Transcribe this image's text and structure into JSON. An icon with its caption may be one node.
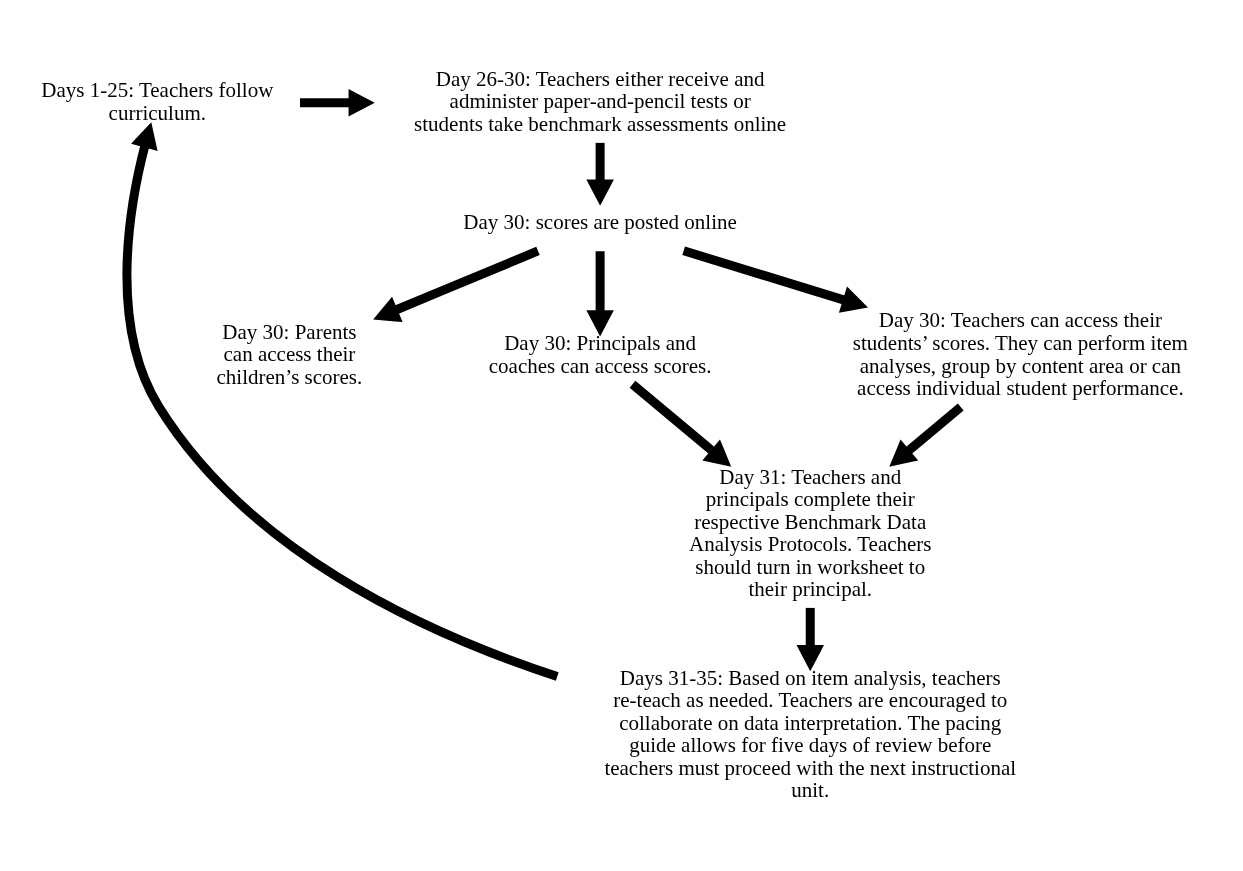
{
  "diagram": {
    "nodes": [
      {
        "text": [
          "Days 1-25: Teachers follow curriculum."
        ]
      },
      {
        "text": [
          "Day 26-30: Teachers either receive and administer paper-and-pencil tests or students take benchmark assessments online"
        ]
      },
      {
        "text": [
          "Day 30: scores are posted online"
        ]
      },
      {
        "text": [
          "Day 30: Parents can access their children’s scores."
        ]
      },
      {
        "text": [
          "Day 30: Principals and coaches can access scores."
        ]
      },
      {
        "text": [
          "Day 30: Teachers can access their students’ scores. They can perform item analyses, group by content area or can access individual student performance."
        ]
      },
      {
        "text": [
          "Day 31: Teachers and principals complete their respective Benchmark Data Analysis Protocols. Teachers should turn in worksheet to their principal."
        ]
      },
      {
        "text": [
          "Days 31-35: Based on item analysis, teachers re-teach as needed. Teachers are encouraged to collaborate on data interpretation. The pacing guide allows for five days of review before teachers must proceed with the next instructional unit."
        ]
      }
    ],
    "edges": [
      {
        "from": 0,
        "to": 1,
        "arrow": "to"
      },
      {
        "from": 1,
        "to": 2,
        "arrow": "to"
      },
      {
        "from": 2,
        "to": 3,
        "arrow": "to"
      },
      {
        "from": 2,
        "to": 4,
        "arrow": "to"
      },
      {
        "from": 2,
        "to": 5,
        "arrow": "to"
      },
      {
        "from": 4,
        "to": 6,
        "arrow": "to"
      },
      {
        "from": 5,
        "to": 6,
        "arrow": "to"
      },
      {
        "from": 6,
        "to": 7,
        "arrow": "to"
      },
      {
        "from": 7,
        "to": 0,
        "arrow": "to"
      }
    ]
  }
}
